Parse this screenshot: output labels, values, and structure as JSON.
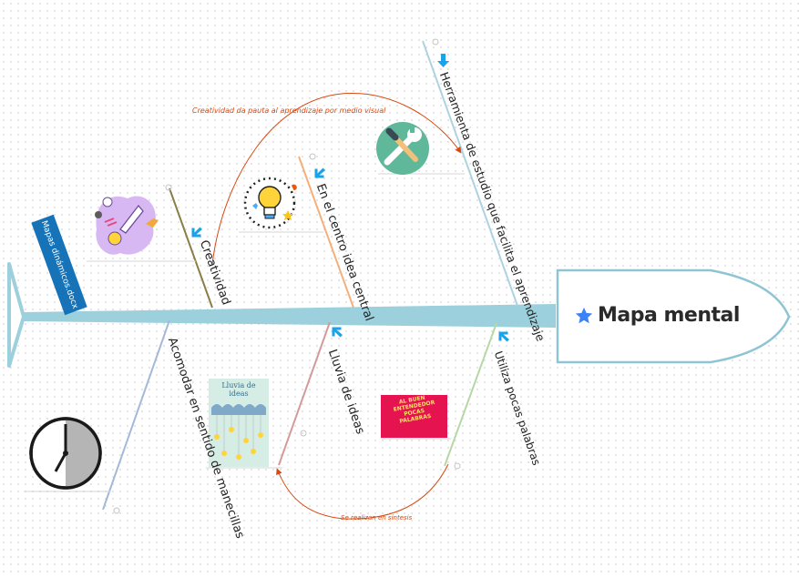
{
  "central_topic": {
    "label": "Mapa mental",
    "icon": "star-icon",
    "color": "#3b82f6"
  },
  "side_tag": {
    "label": "Mapas dinámicos.docx"
  },
  "branches": [
    {
      "id": "creatividad",
      "label": "Creatividad",
      "icon": "creative-rocket-icon",
      "color": "#8a7e45"
    },
    {
      "id": "centro",
      "label": "En el centro idea central",
      "icon": "lightbulb-icon",
      "color": "#f5b07a"
    },
    {
      "id": "herramienta",
      "label": "Herramienta de estudio que facilita el aprendizaje",
      "icon": "tools-icon",
      "color": "#aed3e0"
    },
    {
      "id": "acomodar",
      "label": "Acomodar en sentido de manecillas",
      "icon": "clock-icon",
      "color": "#a4b8d8"
    },
    {
      "id": "lluvia",
      "label": "Lluvia de ideas",
      "icon": "idea-rain-image",
      "color": "#d49a9a"
    },
    {
      "id": "utiliza",
      "label": "Utiliza pocas palabras",
      "icon": "pocas-palabras-image",
      "color": "#b7d7a4"
    }
  ],
  "relationships": [
    {
      "label": "Creatividad da pauta al aprendizaje por medio visual",
      "color": "#d9480f"
    },
    {
      "label": "Se realizan en síntesis",
      "color": "#d9480f"
    }
  ],
  "images": {
    "lluvia_title": "Lluvia de ideas",
    "pocas_text": "AL BUEN ENTENDEDOR POCAS PALABRAS"
  },
  "colors": {
    "spine": "#9cd0dc",
    "spine_dark": "#7fbccc",
    "head_stroke": "#8fc5d2",
    "arrow_icon": "#1aa3e8",
    "badge": "#1673b8"
  }
}
